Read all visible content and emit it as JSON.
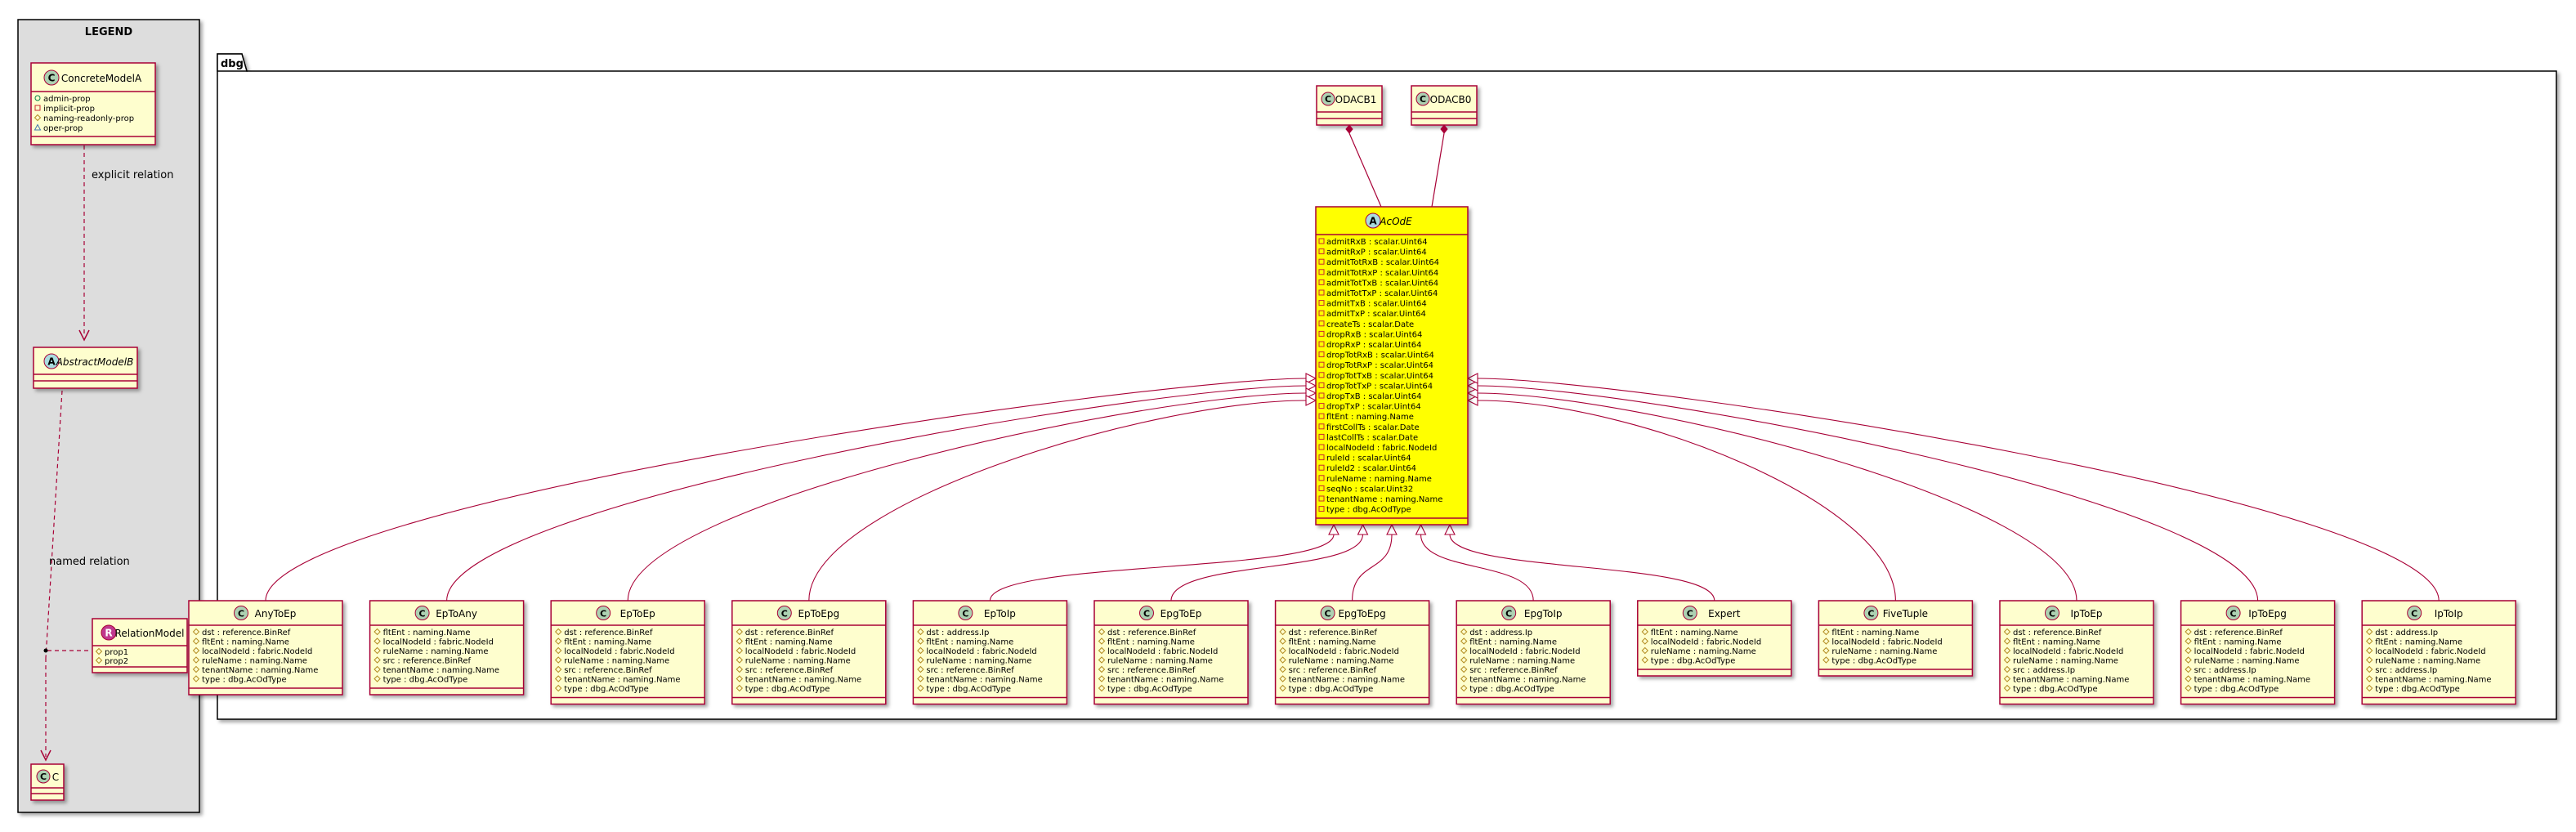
{
  "legend": {
    "title": "LEGEND",
    "concrete": {
      "name": "ConcreteModelA",
      "stereo": "C",
      "attrs": [
        {
          "vis": "public",
          "text": "admin-prop"
        },
        {
          "vis": "private",
          "text": "implicit-prop"
        },
        {
          "vis": "protected",
          "text": "naming-readonly-prop"
        },
        {
          "vis": "package",
          "text": "oper-prop"
        }
      ]
    },
    "abstract": {
      "name": "AbstractModelB",
      "stereo": "A"
    },
    "relation": {
      "name": "RelationModel",
      "stereo": "R",
      "attrs": [
        {
          "vis": "protected",
          "text": "prop1"
        },
        {
          "vis": "protected",
          "text": "prop2"
        }
      ]
    },
    "c_class": {
      "name": "C",
      "stereo": "C"
    },
    "explicit_label": "explicit relation",
    "named_label": "named relation"
  },
  "package": {
    "name": "dbg"
  },
  "sources": [
    {
      "name": "ODACB1",
      "stereo": "C"
    },
    {
      "name": "ODACB0",
      "stereo": "C"
    }
  ],
  "main": {
    "name": "AcOdE",
    "stereo": "A",
    "attrs": [
      "admitRxB : scalar.Uint64",
      "admitRxP : scalar.Uint64",
      "admitTotRxB : scalar.Uint64",
      "admitTotRxP : scalar.Uint64",
      "admitTotTxB : scalar.Uint64",
      "admitTotTxP : scalar.Uint64",
      "admitTxB : scalar.Uint64",
      "admitTxP : scalar.Uint64",
      "createTs : scalar.Date",
      "dropRxB : scalar.Uint64",
      "dropRxP : scalar.Uint64",
      "dropTotRxB : scalar.Uint64",
      "dropTotRxP : scalar.Uint64",
      "dropTotTxB : scalar.Uint64",
      "dropTotTxP : scalar.Uint64",
      "dropTxB : scalar.Uint64",
      "dropTxP : scalar.Uint64",
      "fltEnt : naming.Name",
      "firstCollTs : scalar.Date",
      "lastCollTs : scalar.Date",
      "localNodeId : fabric.NodeId",
      "ruleId : scalar.Uint64",
      "ruleId2 : scalar.Uint64",
      "ruleName : naming.Name",
      "seqNo : scalar.Uint32",
      "tenantName : naming.Name",
      "type : dbg.AcOdType"
    ]
  },
  "children": [
    {
      "name": "AnyToEp",
      "attrs": [
        "dst : reference.BinRef",
        "fltEnt : naming.Name",
        "localNodeId : fabric.NodeId",
        "ruleName : naming.Name",
        "tenantName : naming.Name",
        "type : dbg.AcOdType"
      ]
    },
    {
      "name": "EpToAny",
      "attrs": [
        "fltEnt : naming.Name",
        "localNodeId : fabric.NodeId",
        "ruleName : naming.Name",
        "src : reference.BinRef",
        "tenantName : naming.Name",
        "type : dbg.AcOdType"
      ]
    },
    {
      "name": "EpToEp",
      "attrs": [
        "dst : reference.BinRef",
        "fltEnt : naming.Name",
        "localNodeId : fabric.NodeId",
        "ruleName : naming.Name",
        "src : reference.BinRef",
        "tenantName : naming.Name",
        "type : dbg.AcOdType"
      ]
    },
    {
      "name": "EpToEpg",
      "attrs": [
        "dst : reference.BinRef",
        "fltEnt : naming.Name",
        "localNodeId : fabric.NodeId",
        "ruleName : naming.Name",
        "src : reference.BinRef",
        "tenantName : naming.Name",
        "type : dbg.AcOdType"
      ]
    },
    {
      "name": "EpToIp",
      "attrs": [
        "dst : address.Ip",
        "fltEnt : naming.Name",
        "localNodeId : fabric.NodeId",
        "ruleName : naming.Name",
        "src : reference.BinRef",
        "tenantName : naming.Name",
        "type : dbg.AcOdType"
      ]
    },
    {
      "name": "EpgToEp",
      "attrs": [
        "dst : reference.BinRef",
        "fltEnt : naming.Name",
        "localNodeId : fabric.NodeId",
        "ruleName : naming.Name",
        "src : reference.BinRef",
        "tenantName : naming.Name",
        "type : dbg.AcOdType"
      ]
    },
    {
      "name": "EpgToEpg",
      "attrs": [
        "dst : reference.BinRef",
        "fltEnt : naming.Name",
        "localNodeId : fabric.NodeId",
        "ruleName : naming.Name",
        "src : reference.BinRef",
        "tenantName : naming.Name",
        "type : dbg.AcOdType"
      ]
    },
    {
      "name": "EpgToIp",
      "attrs": [
        "dst : address.Ip",
        "fltEnt : naming.Name",
        "localNodeId : fabric.NodeId",
        "ruleName : naming.Name",
        "src : reference.BinRef",
        "tenantName : naming.Name",
        "type : dbg.AcOdType"
      ]
    },
    {
      "name": "Expert",
      "attrs": [
        "fltEnt : naming.Name",
        "localNodeId : fabric.NodeId",
        "ruleName : naming.Name",
        "type : dbg.AcOdType"
      ]
    },
    {
      "name": "FiveTuple",
      "attrs": [
        "fltEnt : naming.Name",
        "localNodeId : fabric.NodeId",
        "ruleName : naming.Name",
        "type : dbg.AcOdType"
      ]
    },
    {
      "name": "IpToEp",
      "attrs": [
        "dst : reference.BinRef",
        "fltEnt : naming.Name",
        "localNodeId : fabric.NodeId",
        "ruleName : naming.Name",
        "src : address.Ip",
        "tenantName : naming.Name",
        "type : dbg.AcOdType"
      ]
    },
    {
      "name": "IpToEpg",
      "attrs": [
        "dst : reference.BinRef",
        "fltEnt : naming.Name",
        "localNodeId : fabric.NodeId",
        "ruleName : naming.Name",
        "src : address.Ip",
        "tenantName : naming.Name",
        "type : dbg.AcOdType"
      ]
    },
    {
      "name": "IpToIp",
      "attrs": [
        "dst : address.Ip",
        "fltEnt : naming.Name",
        "localNodeId : fabric.NodeId",
        "ruleName : naming.Name",
        "src : address.Ip",
        "tenantName : naming.Name",
        "type : dbg.AcOdType"
      ]
    }
  ],
  "colors": {
    "class_fill": "#FEFECE",
    "main_fill": "#FFFF00",
    "border": "#A80036",
    "legend_fill": "#DDDDDD",
    "concrete_badge": "#ADD1B2",
    "abstract_badge": "#A9DCDF",
    "relation_badge": "#C0398E"
  }
}
